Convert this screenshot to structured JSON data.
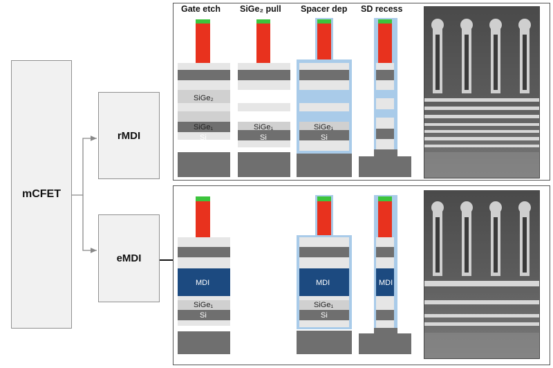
{
  "boxes": {
    "mcfet": "mCFET",
    "rmdi": "rMDI",
    "emdi": "eMDI"
  },
  "headers": {
    "gate_etch": "Gate etch",
    "sige2_pull": "SiGe₂ pull",
    "spacer_dep": "Spacer dep",
    "sd_recess": "SD recess"
  },
  "layer_labels": {
    "sige2": "SiGe₂",
    "sige1": "SiGe₁",
    "si": "Si",
    "mdi": "MDI"
  },
  "colors": {
    "gate": "#e8321e",
    "cap": "#3cc43c",
    "spacer": "#a9cbe9",
    "dark_layer": "#6f6f6f",
    "light_layer": "#e6e6e6",
    "mdi": "#1c4a80",
    "box_fill": "#f1f1f1"
  }
}
